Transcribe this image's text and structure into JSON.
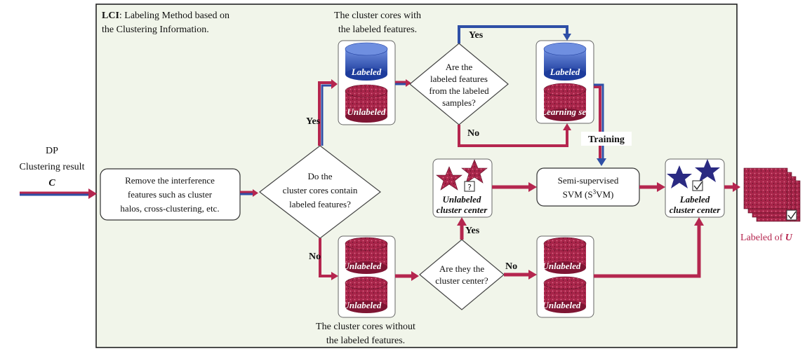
{
  "panel": {
    "title_bold": "LCI",
    "title_rest_line1": ": Labeling Method based on",
    "title_line2": "the Clustering Information."
  },
  "input": {
    "line1": "DP",
    "line2": "Clustering result",
    "symbol": "C"
  },
  "remove_box": {
    "line1": "Remove the interference",
    "line2": "features such as cluster",
    "line3": "halos, cross-clustering, etc."
  },
  "decision_main": {
    "line1": "Do the",
    "line2": "cluster cores contain",
    "line3": "labeled features?"
  },
  "top_caption": {
    "line1": "The cluster cores with",
    "line2": "the labeled features."
  },
  "bottom_caption": {
    "line1": "The cluster cores without",
    "line2": "the labeled features."
  },
  "stack_labeled_top": {
    "top": "Labeled",
    "bottom": "Unlabeled"
  },
  "decision_samples": {
    "line1": "Are the",
    "line2": "labeled features",
    "line3": "from the labeled",
    "line4": "samples?"
  },
  "learning_set": {
    "top": "Labeled",
    "bottom": "Learning set"
  },
  "stack_unlabeled_bottom": {
    "top": "Unlabeled",
    "bottom": "Unlabeled"
  },
  "decision_center": {
    "line1": "Are they the",
    "line2": "cluster center?"
  },
  "stack_unlabeled_right": {
    "top": "Unlabeled",
    "bottom": "Unlabeled"
  },
  "unlabeled_center": {
    "line1": "Unlabeled",
    "line2": "cluster center"
  },
  "svm": {
    "line1": "Semi-supervised",
    "line2_pre": "SVM (S",
    "line2_sup": "3",
    "line2_post": "VM)"
  },
  "labeled_center": {
    "line1": "Labeled",
    "line2": "cluster center"
  },
  "output": {
    "text": "Labeled of ",
    "symbol": "U"
  },
  "edge_labels": {
    "yes_main": "Yes",
    "no_main": "No",
    "yes_samples": "Yes",
    "no_samples": "No",
    "yes_center": "Yes",
    "no_center": "No",
    "training": "Training"
  },
  "colors": {
    "panel_bg": "#f1f5ea",
    "red": "#b5264f",
    "blue": "#2f4fa6",
    "star": "#2a2a82",
    "stack_red": "#a8254a",
    "stack_blue": "#2f55b8"
  }
}
